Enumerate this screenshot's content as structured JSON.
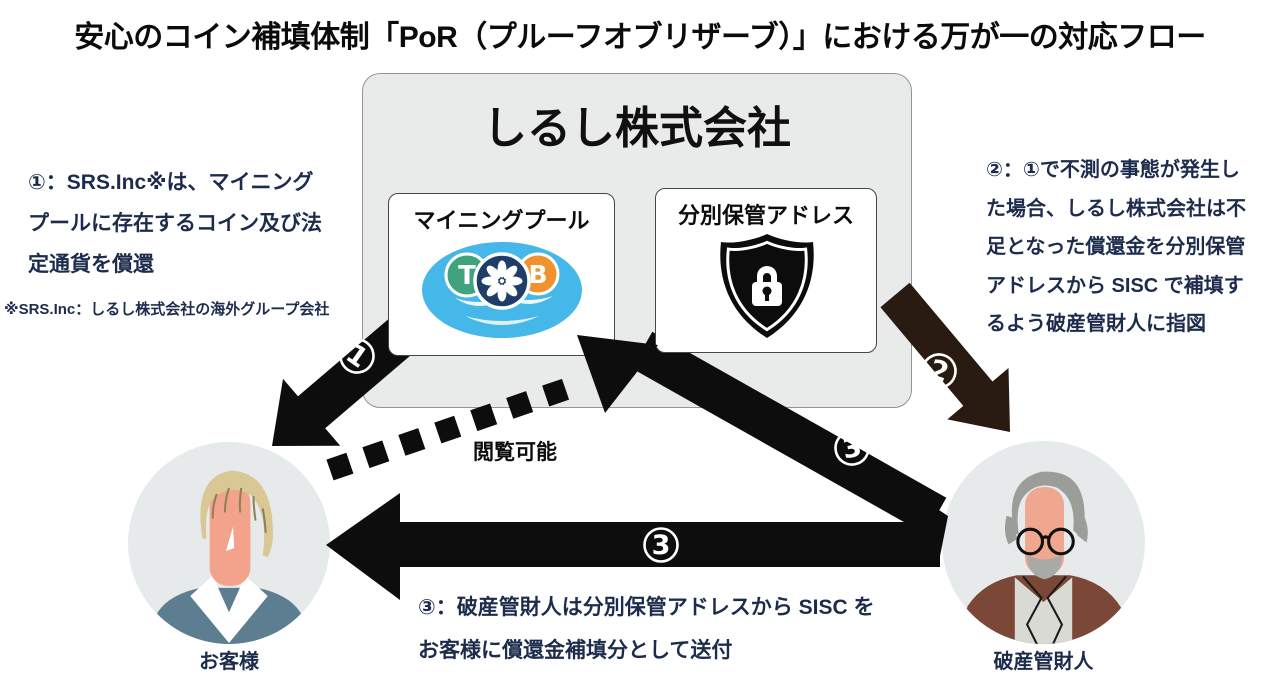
{
  "page": {
    "title": "安心のコイン補填体制「PoR（プルーフオブリザーブ）」における万が一の対応フロー"
  },
  "company": {
    "name": "しるし株式会社",
    "mining_pool": {
      "label": "マイニングプール",
      "coins": {
        "tether": "T",
        "bitcoin": "B"
      }
    },
    "segregated_address": {
      "label": "分別保管アドレス"
    }
  },
  "actors": {
    "customer": "お客様",
    "trustee": "破産管財人"
  },
  "arrows": {
    "step1": "1",
    "step2": "2",
    "step3_diagonal": "3",
    "step3_horizontal": "3",
    "view_label": "閲覧可能"
  },
  "notes": {
    "step1_lines": [
      "①：SRS.Inc※は、マイニング",
      "プールに存在するコイン及び法",
      "定通貨を償還"
    ],
    "footnote": "※SRS.Inc：しるし株式会社の海外グループ会社",
    "step2_lines": [
      "②：①で不測の事態が発生し",
      "た場合、しるし株式会社は不",
      "足となった償還金を分別保管",
      "アドレスから SISC で補填す",
      "るよう破産管財人に指図"
    ],
    "step3_lines": [
      "③：破産管財人は分別保管アドレスから SISC を",
      "お客様に償還金補填分として送付"
    ]
  },
  "colors": {
    "text_navy": "#1d2c4c",
    "arrow_black": "#0d0d0d",
    "arrow_step2_brown": "#2a1b12",
    "company_box_fill": "#e9eaea",
    "pool_blue": "#45b8e9",
    "tether_green": "#3fa47e",
    "bitcoin_orange": "#f0922d",
    "sisc_navy": "#1e3d68",
    "avatar_bg": "#e7eaeb"
  }
}
